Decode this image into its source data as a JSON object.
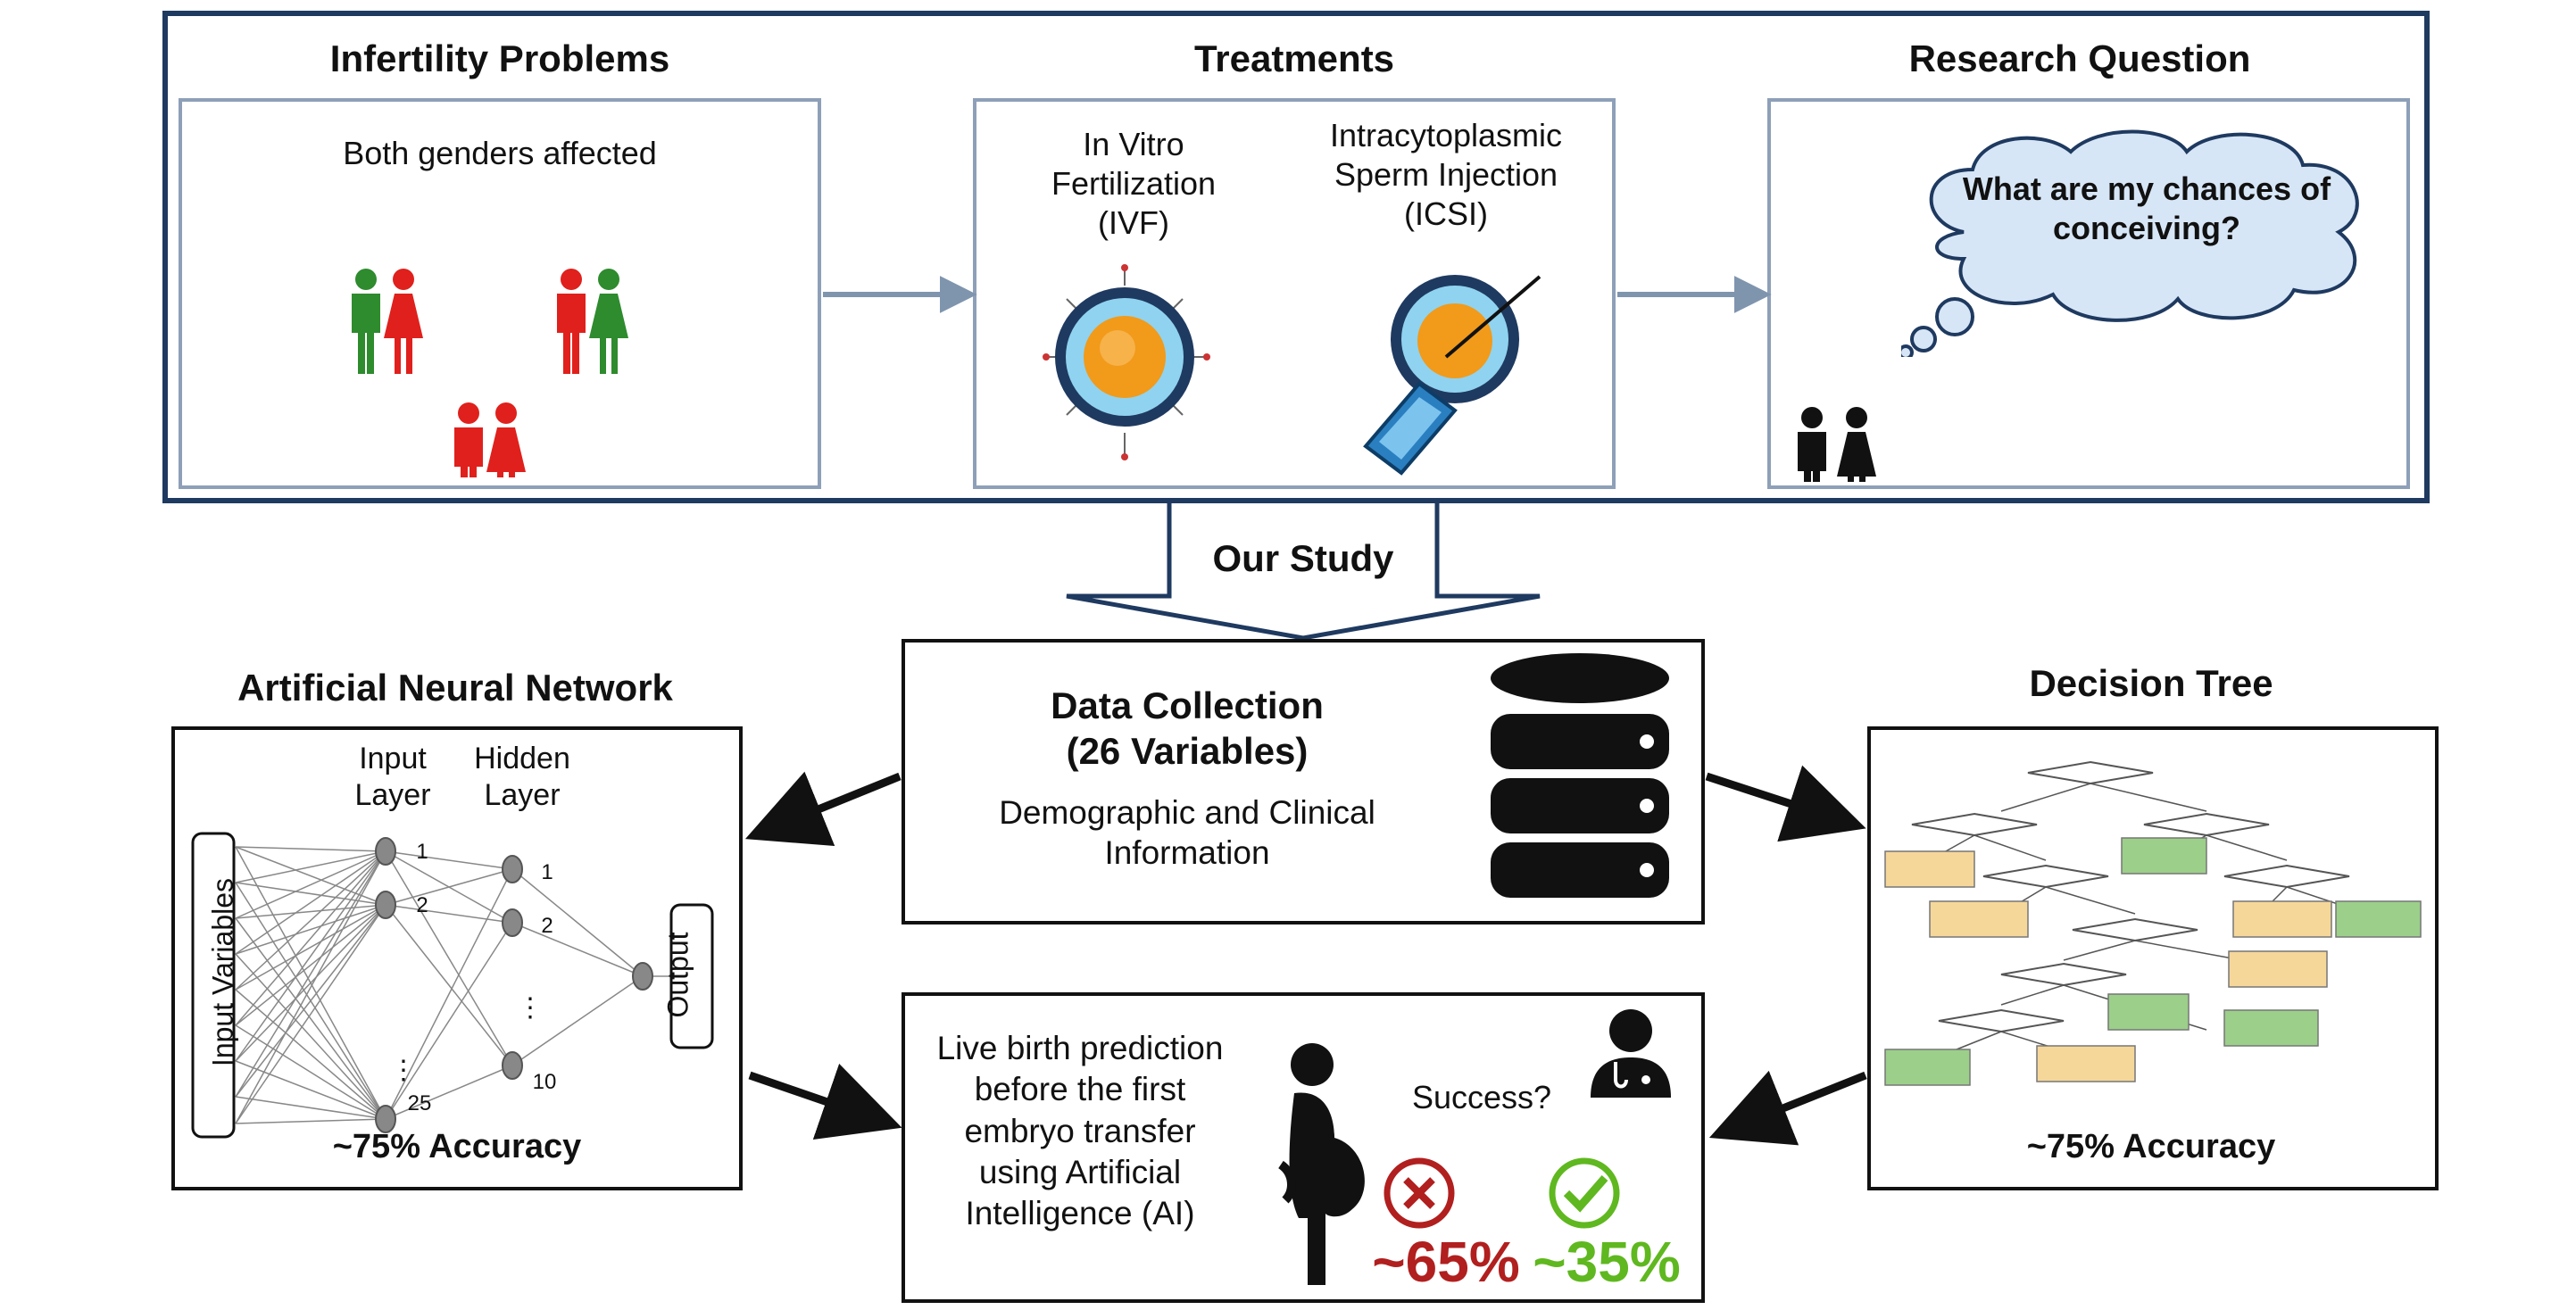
{
  "top": {
    "infertility": {
      "title": "Infertility Problems",
      "subtitle": "Both genders affected"
    },
    "treatments": {
      "title": "Treatments",
      "ivf": "In Vitro\nFertilization\n(IVF)",
      "icsi": "Intracytoplasmic\nSperm Injection\n(ICSI)"
    },
    "research": {
      "title": "Research Question",
      "question": "What are my chances of\nconceiving?"
    }
  },
  "study_label": "Our Study",
  "data_collection": {
    "title": "Data Collection\n(26 Variables)",
    "desc": "Demographic and Clinical\nInformation"
  },
  "ann": {
    "title": "Artificial Neural Network",
    "input_layer": "Input\nLayer",
    "hidden_layer": "Hidden\nLayer",
    "input_variables": "Input Variables",
    "output": "Output",
    "n1": "1",
    "n2": "2",
    "n25": "25",
    "h1": "1",
    "h2": "2",
    "h10": "10",
    "accuracy": "~75% Accuracy"
  },
  "decision_tree": {
    "title": "Decision Tree",
    "accuracy": "~75% Accuracy"
  },
  "prediction": {
    "text": "Live birth prediction\nbefore the first\nembryo transfer\nusing Artificial\nIntelligence (AI)",
    "success": "Success?",
    "fail_pct": "~65%",
    "success_pct": "~35%"
  },
  "colors": {
    "outer_border": "#1f3a60",
    "box_border": "#8ea0b8",
    "female_red": "#e0201c",
    "male_green": "#2e8b2e",
    "cloud": "#d7e6f6",
    "egg_orange": "#f29a1a",
    "tree_yellow": "#f6d79a",
    "tree_green": "#9ccf8a",
    "fail_red": "#b11f1f",
    "success_green": "#5fb81f"
  }
}
